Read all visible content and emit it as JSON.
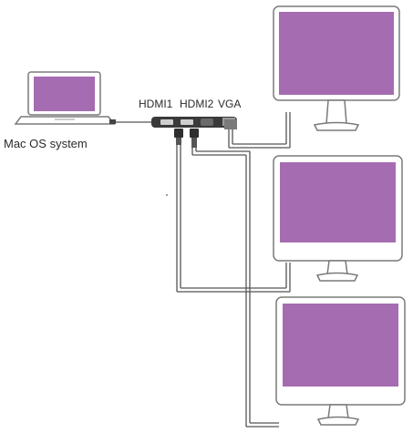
{
  "labels": {
    "system": "Mac OS system",
    "ports": [
      "HDMI1",
      "HDMI2",
      "VGA"
    ]
  },
  "colors": {
    "screen": "#a56cb1",
    "device_body": "#ffffff",
    "outline": "#7a7a7a",
    "cable": "#555555",
    "hub": "#3a3a3a"
  },
  "icons": {
    "laptop": "laptop-icon",
    "monitor": "monitor-icon",
    "hub": "usb-c-hub-icon"
  }
}
